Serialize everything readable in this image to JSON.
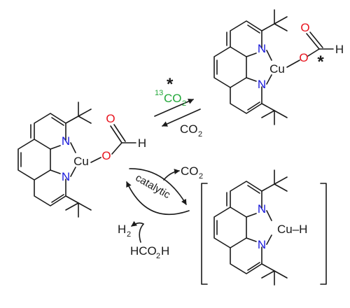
{
  "atoms": {
    "nitrogen": "N",
    "copper": "Cu",
    "oxygen": "O",
    "carbon": "C",
    "hydrogen": "H",
    "cu_h": "Cu–H"
  },
  "reagents": {
    "isotope_superscript": "13",
    "labeled_co2": "CO",
    "labeled_co2_subscript": "2",
    "label_asterisk": "*",
    "co2": "CO",
    "co2_subscript": "2",
    "h2": "H",
    "h2_subscript": "2",
    "formic_acid_pre": "HCO",
    "formic_acid_subscript": "2",
    "formic_acid_post": "H"
  },
  "cycle_label": "catalytic",
  "colors": {
    "nitrogen": "#1a1adb",
    "oxygen": "#e8141e",
    "isotope": "#23a83a",
    "bond": "#1a1a1a"
  }
}
